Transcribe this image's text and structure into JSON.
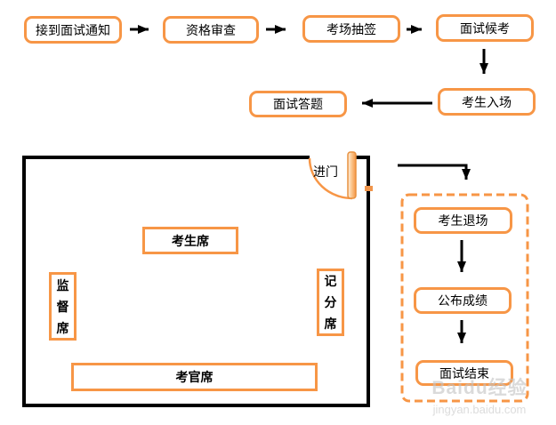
{
  "colors": {
    "accent_orange": "#F79646",
    "wall_black": "#000000",
    "watermark_gray": "#c9c9c9"
  },
  "flow_top": {
    "nodes": [
      {
        "id": "notice",
        "label": "接到面试通知"
      },
      {
        "id": "review",
        "label": "资格审查"
      },
      {
        "id": "lottery",
        "label": "考场抽签"
      },
      {
        "id": "waiting",
        "label": "面试候考"
      },
      {
        "id": "enter",
        "label": "考生入场"
      },
      {
        "id": "answer",
        "label": "面试答题"
      }
    ]
  },
  "room": {
    "door_label": "进门",
    "seats": [
      {
        "id": "candidate",
        "label": "考生席"
      },
      {
        "id": "supervisor",
        "label": "监督席"
      },
      {
        "id": "scorer",
        "label": "记分席"
      },
      {
        "id": "examiner",
        "label": "考官席"
      }
    ]
  },
  "flow_end": {
    "nodes": [
      {
        "id": "exit",
        "label": "考生退场"
      },
      {
        "id": "results",
        "label": "公布成绩"
      },
      {
        "id": "finish",
        "label": "面试结束"
      }
    ]
  },
  "watermark": {
    "logo": "Baidu经验",
    "url": "jingyan.baidu.com"
  }
}
